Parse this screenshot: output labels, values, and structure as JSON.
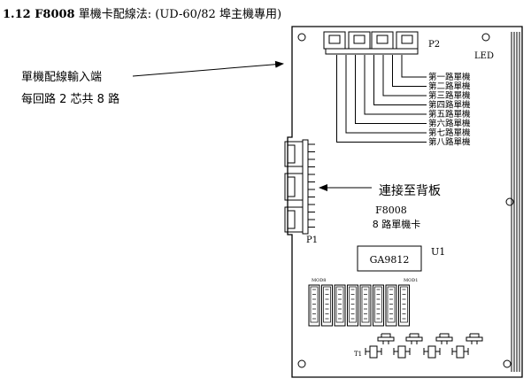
{
  "title": {
    "section": "1.12 F8008",
    "text": "單機卡配線法: (UD-60/82 埠主機專用)"
  },
  "notes": {
    "input_terminal_line1": "單機配線輸入端",
    "input_terminal_line2": "每回路 2 芯共 8 路",
    "connect_backplane": "連接至背板"
  },
  "board": {
    "connector_top": "P2",
    "led": "LED",
    "connector_side": "P1",
    "model": "F8008",
    "model_desc": "8 路單機卡",
    "chip_ref": "U1",
    "chip_label": "GA9812",
    "mod_left": "MOD8",
    "mod_right": "MOD1",
    "t1": "T1",
    "channels": [
      "第一路單機",
      "第二路單機",
      "第三路單機",
      "第四路單機",
      "第五路單機",
      "第六路單機",
      "第七路單機",
      "第八路單機"
    ]
  }
}
